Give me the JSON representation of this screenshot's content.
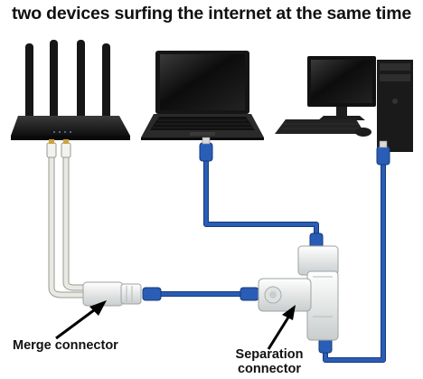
{
  "title": "two devices surfing the internet at the same time",
  "labels": {
    "merge": "Merge connector",
    "separation_line1": "Separation",
    "separation_line2": "connector"
  },
  "colors": {
    "blue_cable": "#1f4fa3",
    "white_cable": "#e6e6e0",
    "router_body": "#1b1b1b",
    "connector_body": "#eef0f0"
  }
}
